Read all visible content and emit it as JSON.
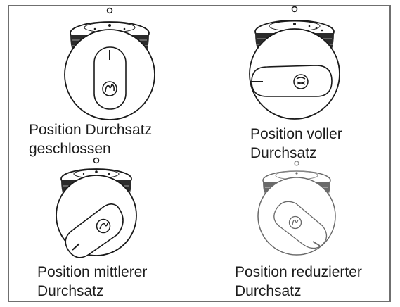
{
  "panels": [
    {
      "id": "closed",
      "caption_line1": "Position Durchsatz",
      "caption_line2": "geschlossen"
    },
    {
      "id": "full",
      "caption_line1": "Position voller",
      "caption_line2": "Durchsatz"
    },
    {
      "id": "medium",
      "caption_line1": "Position mittlerer",
      "caption_line2": "Durchsatz"
    },
    {
      "id": "reduced",
      "caption_line1": "Position reduzierter",
      "caption_line2": "Durchsatz"
    }
  ],
  "colors": {
    "line": "#1a1a1a",
    "frame": "#6f6f6f",
    "faded_line": "#8a8a8a"
  }
}
